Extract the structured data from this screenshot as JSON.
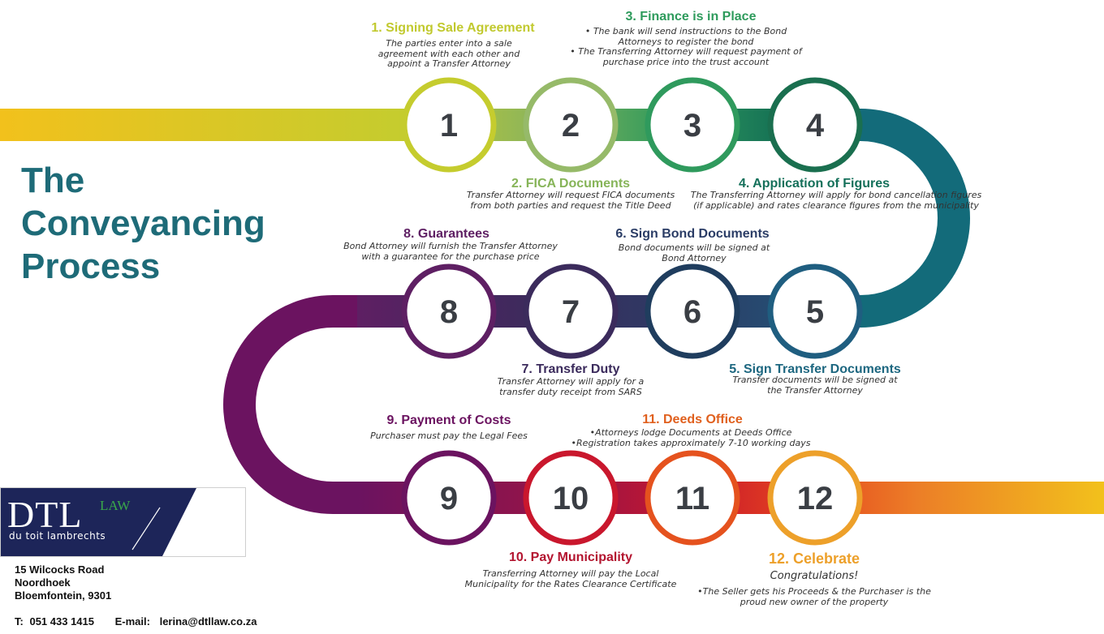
{
  "title_lines": [
    "The",
    "Conveyancing",
    "Process"
  ],
  "colors": {
    "title": "#1e6b78",
    "track_row1": [
      "#f2c11c",
      "#c5cc2e",
      "#8db55a",
      "#2f9a5d",
      "#146f55",
      "#136b7a"
    ],
    "track_row2": [
      "#1f5e80",
      "#2b3d66",
      "#3b2b5c",
      "#5e1f63",
      "#6b1360"
    ],
    "track_row3": [
      "#6b1360",
      "#9b1445",
      "#c9172d",
      "#e5451e",
      "#ec7e27",
      "#f2c11c"
    ]
  },
  "steps": [
    {
      "number": "1",
      "title": "1. Signing Sale Agreement",
      "color": "#c1c92e",
      "ring": "#c5cc2e",
      "desc": [
        "The parties enter into a sale",
        "agreement with each other and",
        "appoint a Transfer Attorney"
      ]
    },
    {
      "number": "2",
      "title": "2. FICA Documents",
      "color": "#86b458",
      "ring": "#96ba69",
      "desc": [
        "Transfer Attorney will request FICA documents",
        "from both parties and request the Title Deed"
      ]
    },
    {
      "number": "3",
      "title": "3. Finance is in Place",
      "color": "#2e9b5c",
      "ring": "#2f9a5d",
      "desc": [
        "•   The bank will send instructions to the Bond",
        "Attorneys to register the bond",
        "•   The Transferring Attorney will request payment of",
        "purchase price into the trust account"
      ]
    },
    {
      "number": "4",
      "title": "4. Application of Figures",
      "color": "#14705a",
      "ring": "#1a6f4f",
      "desc": [
        "The Transferring Attorney will apply for bond cancellation figures",
        "(if applicable) and rates clearance figures from the municipality"
      ]
    },
    {
      "number": "5",
      "title": "5. Sign Transfer Documents",
      "color": "#1d6780",
      "ring": "#1f5e80",
      "desc": [
        "Transfer documents will be signed at",
        "the Transfer Attorney"
      ]
    },
    {
      "number": "6",
      "title": "6. Sign Bond Documents",
      "color": "#2b3d66",
      "ring": "#1f3d5e",
      "desc": [
        "Bond documents will be signed at",
        "Bond Attorney"
      ]
    },
    {
      "number": "7",
      "title": "7. Transfer Duty",
      "color": "#3b2b5c",
      "ring": "#3b2b5c",
      "desc": [
        "Transfer Attorney will apply for a",
        "transfer duty receipt from SARS"
      ]
    },
    {
      "number": "8",
      "title": "8. Guarantees",
      "color": "#5e1f63",
      "ring": "#5e1f63",
      "desc": [
        "Bond Attorney will furnish the Transfer Attorney",
        "with a guarantee for the purchase price"
      ]
    },
    {
      "number": "9",
      "title": "9. Payment of Costs",
      "color": "#6b1360",
      "ring": "#6b1360",
      "desc": [
        "Purchaser must pay the Legal Fees"
      ]
    },
    {
      "number": "10",
      "title": "10. Pay Municipality",
      "color": "#b3142f",
      "ring": "#c9172d",
      "desc": [
        "Transferring Attorney will pay the Local",
        "Municipality for the Rates Clearance Certificate"
      ]
    },
    {
      "number": "11",
      "title": "11. Deeds Office",
      "color": "#e0601e",
      "ring": "#e5521e",
      "desc": [
        "•Attorneys lodge Documents at Deeds Office",
        "•Registration takes approximately 7-10 working days"
      ]
    },
    {
      "number": "12",
      "title": "12. Celebrate",
      "color": "#eda02a",
      "ring": "#eda02a",
      "subtitle": "Congratulations!",
      "desc": [
        "•The Seller gets his Proceeds & the Purchaser is the",
        "proud new owner of the property"
      ]
    }
  ],
  "logo": {
    "mark": "DTL",
    "law": "LAW",
    "sub": "du toit lambrechts"
  },
  "address": [
    "15 Wilcocks Road",
    "Noordhoek",
    "Bloemfontein, 9301"
  ],
  "contact": {
    "phone_label": "T:",
    "phone": "051 433 1415",
    "email_label": "E-mail:",
    "email": "lerina@dtllaw.co.za"
  }
}
